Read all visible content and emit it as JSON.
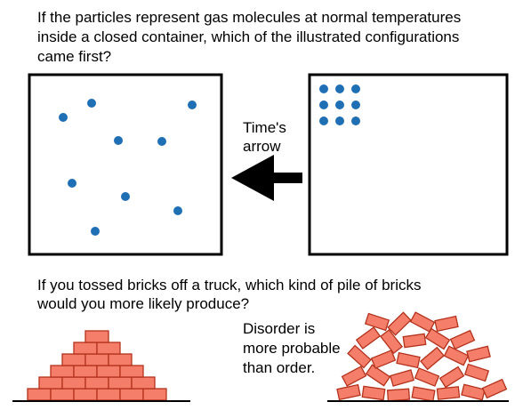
{
  "question_gas": {
    "line1": "If the particles represent gas molecules at normal temperatures",
    "line2": "inside a closed container, which of the illustrated configurations",
    "line3": "came first?"
  },
  "arrow_label": {
    "line1": "Time's",
    "line2": "arrow"
  },
  "question_bricks": {
    "line1": "If you tossed bricks off a truck, which kind of pile of bricks",
    "line2": "would you more likely produce?"
  },
  "note": {
    "line1": "Disorder is",
    "line2": "more probable",
    "line3": "than order."
  },
  "colors": {
    "molecule": "#1f6fb5",
    "brick": "#f47e6a",
    "brick_outline": "#b3321c",
    "line": "#000000"
  },
  "icons": {
    "arrow": "left-arrow-icon"
  }
}
